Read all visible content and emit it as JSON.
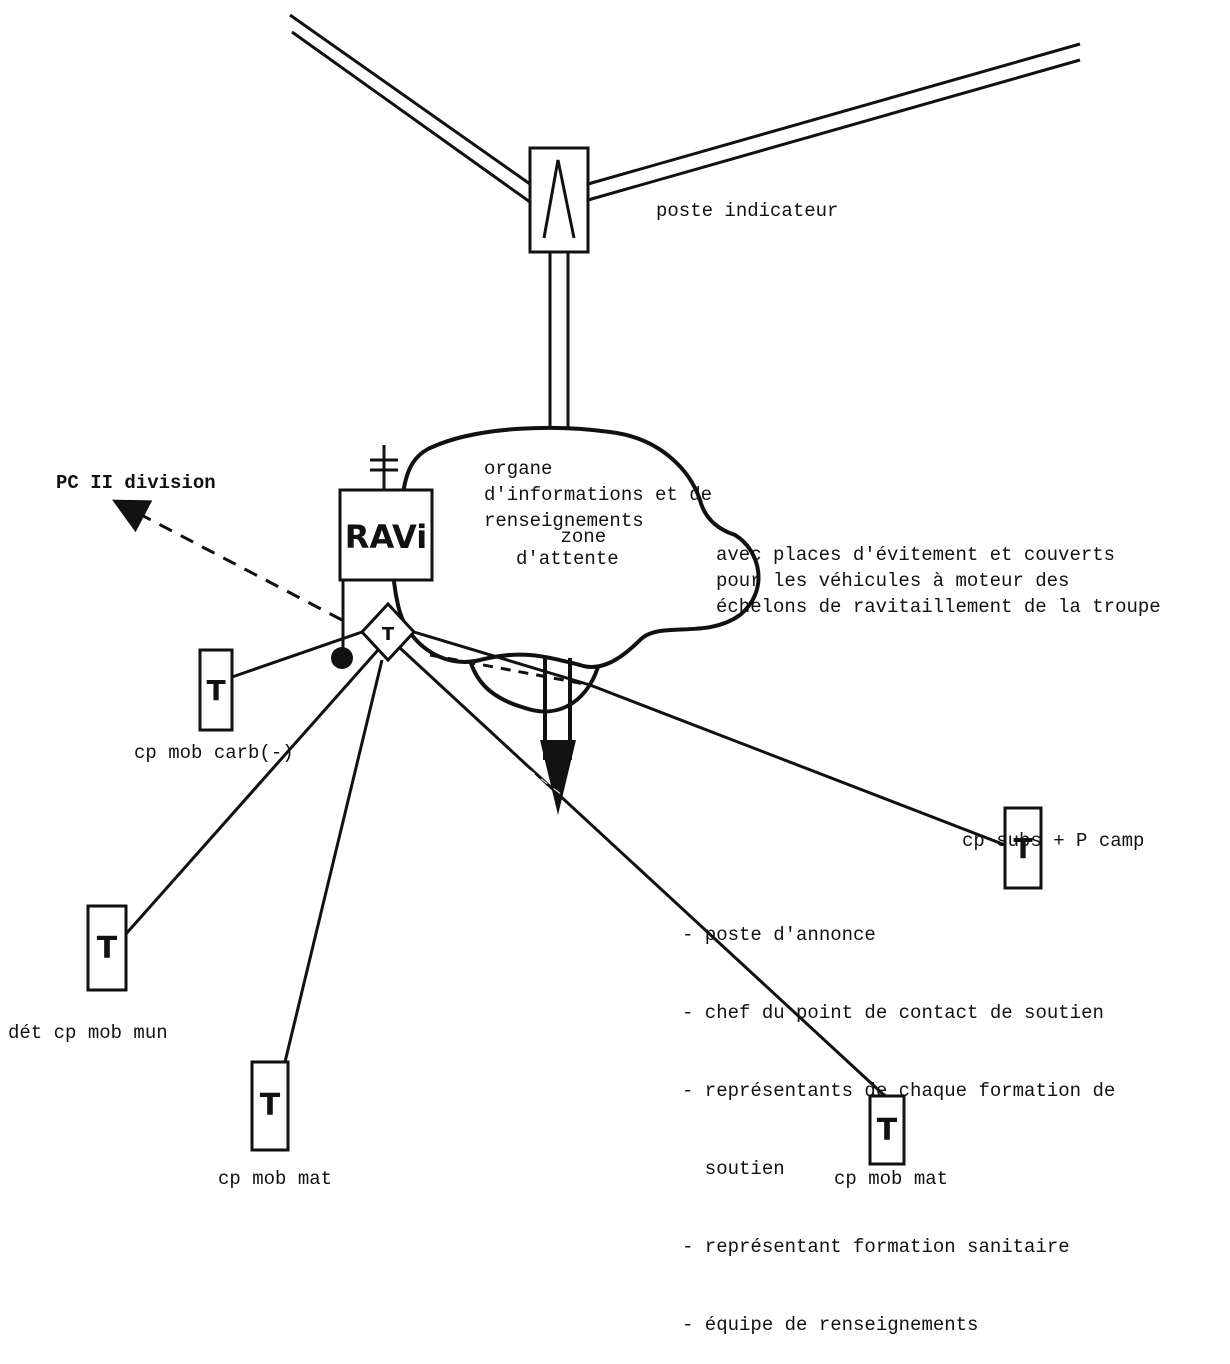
{
  "labels": {
    "poste_indicateur": "poste indicateur",
    "pc_division": "PC II division",
    "ravi": "RAVi",
    "zone_attente": [
      "zone",
      "d'attente"
    ],
    "zone_note": [
      "avec places d'évitement et couverts",
      "pour les véhicules à moteur des",
      "échelons de ravitaillement de la troupe"
    ],
    "organe": [
      "organe",
      "d'informations et de",
      "renseignements"
    ],
    "organe_list": [
      "- poste d'annonce",
      "- chef du point de contact de soutien",
      "- représentants de chaque formation de",
      "  soutien",
      "- représentant formation sanitaire",
      "- équipe de renseignements"
    ],
    "cp_carb": "cp mob carb(-)",
    "cp_subs": "cp subs + P camp",
    "det_mun": "dét cp mob mun",
    "cp_mat_left": "cp mob mat",
    "cp_mat_right": "cp mob mat",
    "t_symbol": "T"
  },
  "colors": {
    "ink": "#111111",
    "background": "#ffffff"
  }
}
